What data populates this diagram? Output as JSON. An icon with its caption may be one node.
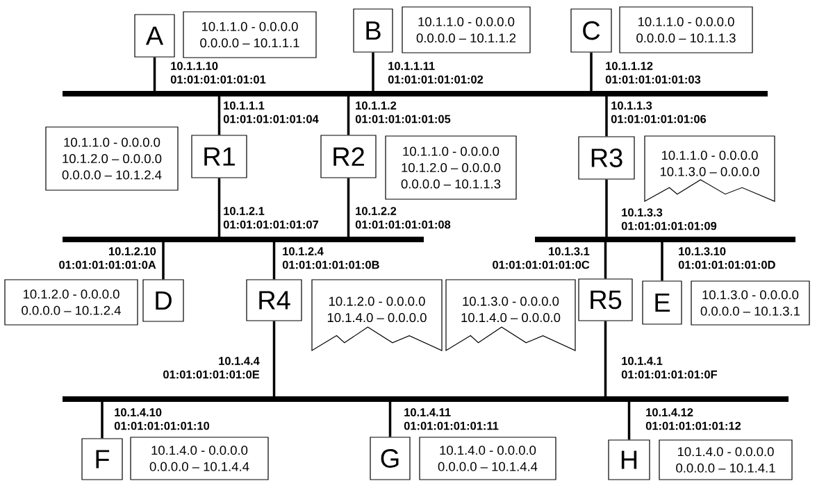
{
  "diagram": {
    "nodes": [
      {
        "text": [
          "A"
        ]
      },
      {
        "text": [
          "10.1.1.0 - 0.0.0.0",
          "0.0.0.0 – 10.1.1.1"
        ]
      },
      {
        "text": [
          "B"
        ]
      },
      {
        "text": [
          "10.1.1.0 - 0.0.0.0",
          "0.0.0.0 – 10.1.1.2"
        ]
      },
      {
        "text": [
          "C"
        ]
      },
      {
        "text": [
          "10.1.1.0 - 0.0.0.0",
          "0.0.0.0 – 10.1.1.3"
        ]
      },
      {
        "text": [],
        "shape": "bar"
      },
      {
        "text": [
          "10.1.1.0 - 0.0.0.0",
          "10.1.2.0 – 0.0.0.0",
          "0.0.0.0 – 10.1.2.4"
        ]
      },
      {
        "text": [
          "R1"
        ]
      },
      {
        "text": [
          "R2"
        ]
      },
      {
        "text": [
          "10.1.1.0 - 0.0.0.0",
          "10.1.2.0 – 0.0.0.0",
          "0.0.0.0 – 10.1.1.3"
        ]
      },
      {
        "text": [
          "R3"
        ]
      },
      {
        "text": [
          "10.1.1.0 - 0.0.0.0",
          "10.1.3.0 – 0.0.0.0"
        ]
      },
      {
        "text": [],
        "shape": "bar"
      },
      {
        "text": [],
        "shape": "bar"
      },
      {
        "text": [
          "10.1.2.0 - 0.0.0.0",
          "0.0.0.0 – 10.1.2.4"
        ]
      },
      {
        "text": [
          "D"
        ]
      },
      {
        "text": [
          "R4"
        ]
      },
      {
        "text": [
          "10.1.2.0 - 0.0.0.0",
          "10.1.4.0 – 0.0.0.0"
        ]
      },
      {
        "text": [
          "10.1.3.0 - 0.0.0.0",
          "10.1.4.0 – 0.0.0.0"
        ]
      },
      {
        "text": [
          "R5"
        ]
      },
      {
        "text": [
          "E"
        ]
      },
      {
        "text": [
          "10.1.3.0 - 0.0.0.0",
          "0.0.0.0 – 10.1.3.1"
        ]
      },
      {
        "text": [],
        "shape": "bar"
      },
      {
        "text": [
          "F"
        ]
      },
      {
        "text": [
          "10.1.4.0 - 0.0.0.0",
          "0.0.0.0 – 10.1.4.4"
        ]
      },
      {
        "text": [
          "G"
        ]
      },
      {
        "text": [
          "10.1.4.0 - 0.0.0.0",
          "0.0.0.0 – 10.1.4.4"
        ]
      },
      {
        "text": [
          "H"
        ]
      },
      {
        "text": [
          "10.1.4.0 - 0.0.0.0",
          "0.0.0.0 – 10.1.4.1"
        ]
      }
    ],
    "edges": [
      {
        "from": 0,
        "to": 6,
        "arrow": "none",
        "label": "10.1.1.10 01:01:01:01:01:01"
      },
      {
        "from": 2,
        "to": 6,
        "arrow": "none",
        "label": "10.1.1.11 01:01:01:01:01:02"
      },
      {
        "from": 4,
        "to": 6,
        "arrow": "none",
        "label": "10.1.1.12 01:01:01:01:01:03"
      },
      {
        "from": 8,
        "to": 6,
        "arrow": "none",
        "label": "10.1.1.1 01:01:01:01:01:04"
      },
      {
        "from": 9,
        "to": 6,
        "arrow": "none",
        "label": "10.1.1.2 01:01:01:01:01:05"
      },
      {
        "from": 11,
        "to": 6,
        "arrow": "none",
        "label": "10.1.1.3 01:01:01:01:01:06"
      },
      {
        "from": 8,
        "to": 13,
        "arrow": "none",
        "label": "10.1.2.1 01:01:01:01:01:07"
      },
      {
        "from": 9,
        "to": 13,
        "arrow": "none",
        "label": "10.1.2.2 01:01:01:01:01:08"
      },
      {
        "from": 11,
        "to": 14,
        "arrow": "none",
        "label": "10.1.3.3 01:01:01:01:01:09"
      },
      {
        "from": 16,
        "to": 13,
        "arrow": "none",
        "label": "10.1.2.10 01:01:01:01:01:0A"
      },
      {
        "from": 17,
        "to": 13,
        "arrow": "none",
        "label": "10.1.2.4 01:01:01:01:01:0B"
      },
      {
        "from": 20,
        "to": 14,
        "arrow": "none",
        "label": "10.1.3.1 01:01:01:01:01:0C"
      },
      {
        "from": 21,
        "to": 14,
        "arrow": "none",
        "label": "10.1.3.10 01:01:01:01:01:0D"
      },
      {
        "from": 17,
        "to": 23,
        "arrow": "none",
        "label": "10.1.4.4 01:01:01:01:01:0E"
      },
      {
        "from": 20,
        "to": 23,
        "arrow": "none",
        "label": "10.1.4.1 01:01:01:01:01:0F"
      },
      {
        "from": 24,
        "to": 23,
        "arrow": "none",
        "label": "10.1.4.10 01:01:01:01:01:10"
      },
      {
        "from": 26,
        "to": 23,
        "arrow": "none",
        "label": "10.1.4.11 01:01:01:01:01:11"
      },
      {
        "from": 28,
        "to": 23,
        "arrow": "none",
        "label": "10.1.4.12 01:01:01:01:01:12"
      }
    ]
  }
}
